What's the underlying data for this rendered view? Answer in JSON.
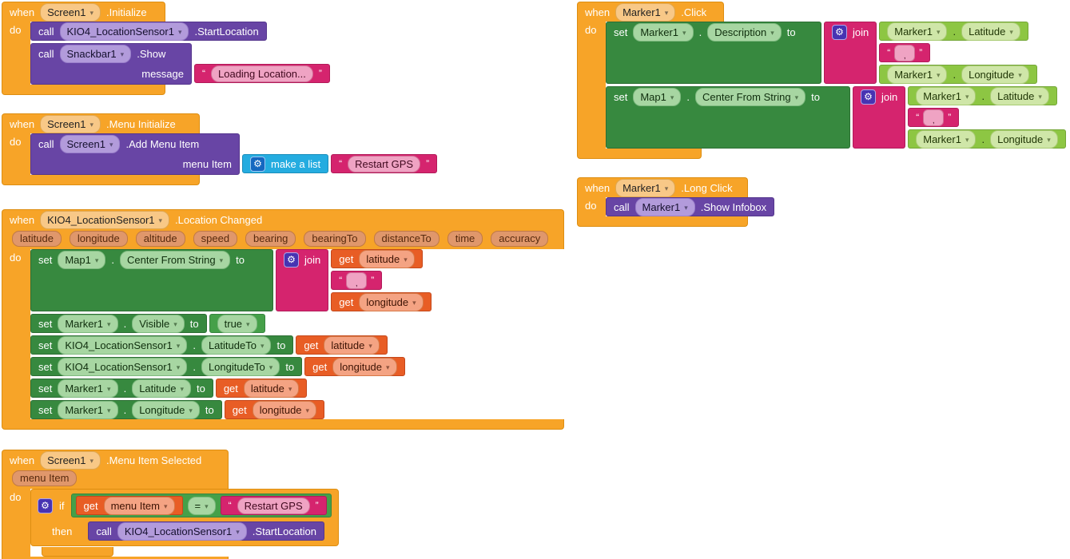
{
  "colors": {
    "event_orange": "#F7A428",
    "call_purple": "#6845A5",
    "set_green": "#37893F",
    "logic_green": "#45A049",
    "getter_green": "#8DC643",
    "text_pink": "#D5246E",
    "variable_orange_red": "#E85D25",
    "list_cyan": "#24ACE0",
    "gear_indigo": "#4733B2",
    "gear_blue": "#1567C0",
    "param_chip": "#E0976B",
    "canvas": "#FFFFFF"
  },
  "kw": {
    "when": "when",
    "do": "do",
    "call": "call",
    "set": "set",
    "to": "to",
    "get": "get",
    "then": "then",
    "if": "if",
    "join": "join",
    "dot": ".",
    "eq": "=",
    "true_val": "true",
    "make_a_list": "make a list"
  },
  "groups": {
    "screen_init": {
      "component": "Screen1",
      "event": ".Initialize",
      "call1": {
        "component": "KIO4_LocationSensor1",
        "method": ".StartLocation"
      },
      "call2": {
        "component": "Snackbar1",
        "method": ".Show",
        "arg": "message",
        "text": "Loading Location..."
      }
    },
    "menu_init": {
      "component": "Screen1",
      "event": ".Menu Initialize",
      "call1": {
        "component": "Screen1",
        "method": ".Add Menu Item",
        "arg": "menu Item",
        "text": "Restart GPS"
      }
    },
    "loc_changed": {
      "component": "KIO4_LocationSensor1",
      "event": ".Location Changed",
      "params": [
        "latitude",
        "longitude",
        "altitude",
        "speed",
        "bearing",
        "bearingTo",
        "distanceTo",
        "time",
        "accuracy"
      ],
      "set1": {
        "component": "Map1",
        "prop": "Center From String",
        "join": {
          "a_get": "latitude",
          "sep": ",",
          "b_get": "longitude"
        }
      },
      "set2": {
        "component": "Marker1",
        "prop": "Visible",
        "value": "true"
      },
      "set3": {
        "component": "KIO4_LocationSensor1",
        "prop": "LatitudeTo",
        "get": "latitude"
      },
      "set4": {
        "component": "KIO4_LocationSensor1",
        "prop": "LongitudeTo",
        "get": "longitude"
      },
      "set5": {
        "component": "Marker1",
        "prop": "Latitude",
        "get": "latitude"
      },
      "set6": {
        "component": "Marker1",
        "prop": "Longitude",
        "get": "longitude"
      }
    },
    "menu_selected": {
      "component": "Screen1",
      "event": ".Menu Item Selected",
      "param": "menu Item",
      "cond": {
        "get": "menu Item",
        "op": "=",
        "text": "Restart GPS"
      },
      "then_call": {
        "component": "KIO4_LocationSensor1",
        "method": ".StartLocation"
      }
    },
    "marker_click": {
      "component": "Marker1",
      "event": ".Click",
      "set1": {
        "component": "Marker1",
        "prop": "Description",
        "join": {
          "a_comp": "Marker1",
          "a_prop": "Latitude",
          "sep": ",",
          "b_comp": "Marker1",
          "b_prop": "Longitude"
        }
      },
      "set2": {
        "component": "Map1",
        "prop": "Center From String",
        "join": {
          "a_comp": "Marker1",
          "a_prop": "Latitude",
          "sep": ",",
          "b_comp": "Marker1",
          "b_prop": "Longitude"
        }
      }
    },
    "marker_long_click": {
      "component": "Marker1",
      "event": ".Long Click",
      "call1": {
        "component": "Marker1",
        "method": ".Show Infobox"
      }
    }
  }
}
